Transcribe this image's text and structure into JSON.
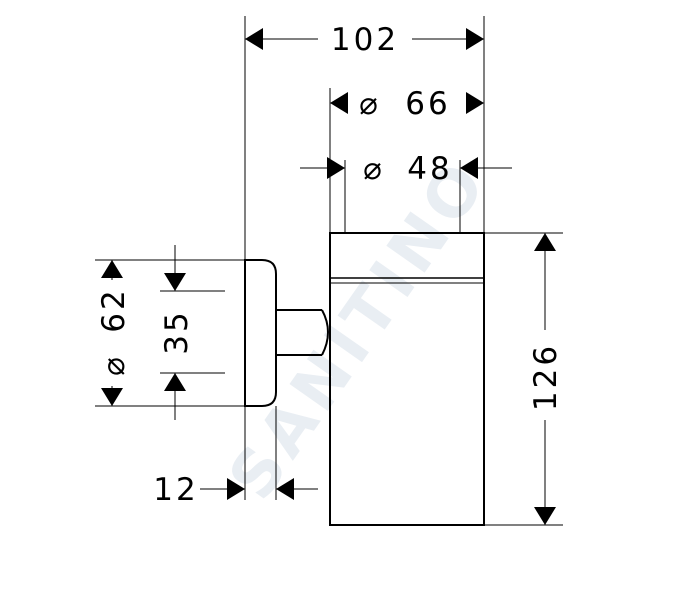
{
  "watermark": {
    "text": "SANITINO",
    "color": "#e9eef3"
  },
  "dimensions": {
    "total_width": "102",
    "outer_diameter": "66",
    "inner_diameter": "48",
    "height": "126",
    "plate_diameter": "62",
    "plate_center": "35",
    "plate_depth": "12",
    "diameter_symbol": "⌀"
  }
}
